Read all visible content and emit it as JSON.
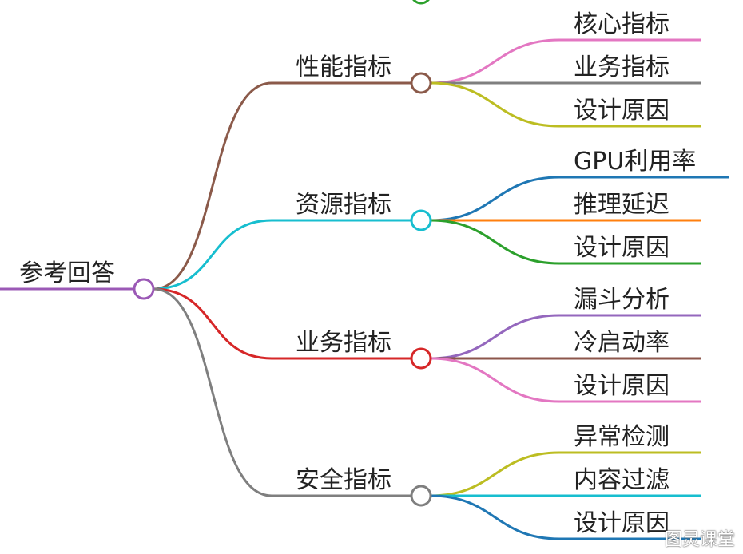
{
  "root": {
    "label": "参考回答",
    "color": "#9b59b6"
  },
  "branches": [
    {
      "label": "性能指标",
      "color": "#8b5a4a",
      "leaves": [
        {
          "label": "核心指标",
          "color": "#e377c2"
        },
        {
          "label": "业务指标",
          "color": "#7f7f7f"
        },
        {
          "label": "设计原因",
          "color": "#bcbd22"
        }
      ]
    },
    {
      "label": "资源指标",
      "color": "#17becf",
      "leaves": [
        {
          "label": "GPU利用率",
          "color": "#1f77b4"
        },
        {
          "label": "推理延迟",
          "color": "#ff7f0e"
        },
        {
          "label": "设计原因",
          "color": "#2ca02c"
        }
      ]
    },
    {
      "label": "业务指标",
      "color": "#d62728",
      "leaves": [
        {
          "label": "漏斗分析",
          "color": "#9467bd"
        },
        {
          "label": "冷启动率",
          "color": "#8c564b"
        },
        {
          "label": "设计原因",
          "color": "#e377c2"
        }
      ]
    },
    {
      "label": "安全指标",
      "color": "#7f7f7f",
      "leaves": [
        {
          "label": "异常检测",
          "color": "#bcbd22"
        },
        {
          "label": "内容过滤",
          "color": "#17becf"
        },
        {
          "label": "设计原因",
          "color": "#1f77b4"
        }
      ]
    }
  ],
  "watermark": "图灵课堂"
}
